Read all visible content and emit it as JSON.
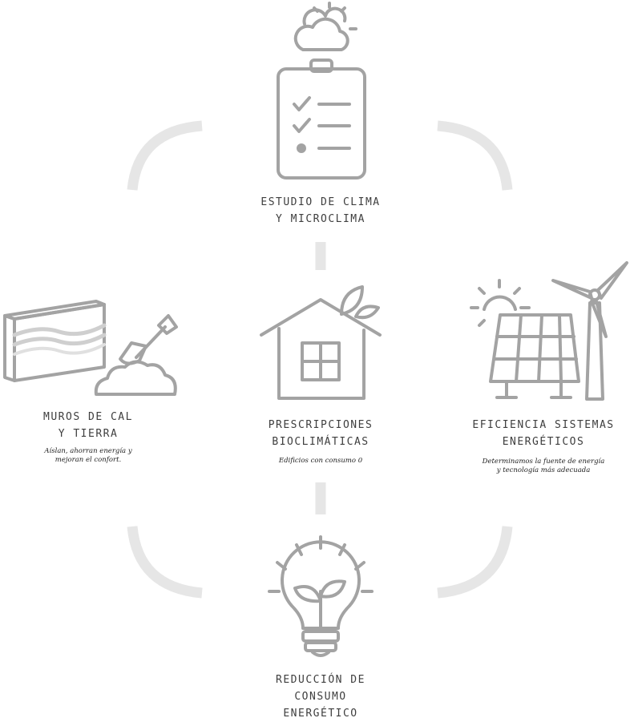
{
  "nodes": {
    "top": {
      "title_line1": "ESTUDIO DE CLIMA",
      "title_line2": "Y MICROCLIMA",
      "icon": "clipboard-checklist-icon"
    },
    "center": {
      "title_line1": "PRESCRIPCIONES",
      "title_line2": "BIOCLIMÁTICAS",
      "desc_line1": "Edificios con consumo 0",
      "icon": "house-leaves-icon"
    },
    "left": {
      "title_line1": "MUROS DE CAL",
      "title_line2": "Y TIERRA",
      "desc_line1": "Aíslan, ahorran energía y",
      "desc_line2": "mejoran el confort.",
      "icon": "wall-shovel-icon"
    },
    "right": {
      "title_line1": "EFICIENCIA SISTEMAS",
      "title_line2": "ENERGÉTICOS",
      "desc_line1": "Determinamos la fuente de energía",
      "desc_line2": "y tecnología más adecuada",
      "icon": "solar-wind-icon"
    },
    "bottom": {
      "title_line1": "REDUCCIÓN DE",
      "title_line2": "CONSUMO",
      "title_line3": "ENERGÉTICO",
      "icon": "lightbulb-plant-icon"
    }
  },
  "colors": {
    "icon_stroke": "#a3a3a3",
    "connector": "#e6e6e6",
    "text": "#3e3e3e"
  }
}
